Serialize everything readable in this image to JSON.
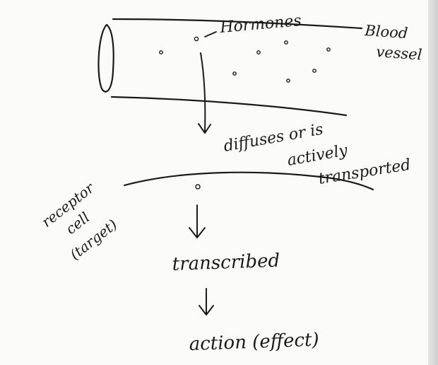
{
  "labels": {
    "hormones": "Hormones",
    "blood_vessel_line1": "Blood",
    "blood_vessel_line2": "vessel",
    "diffuses_line1": "diffuses or is",
    "diffuses_line2": "actively",
    "diffuses_line3": "transported",
    "receptor_line1": "receptor",
    "receptor_line2": "cell",
    "receptor_line3": "(target)",
    "transcribed": "transcribed",
    "action": "action (effect)"
  }
}
